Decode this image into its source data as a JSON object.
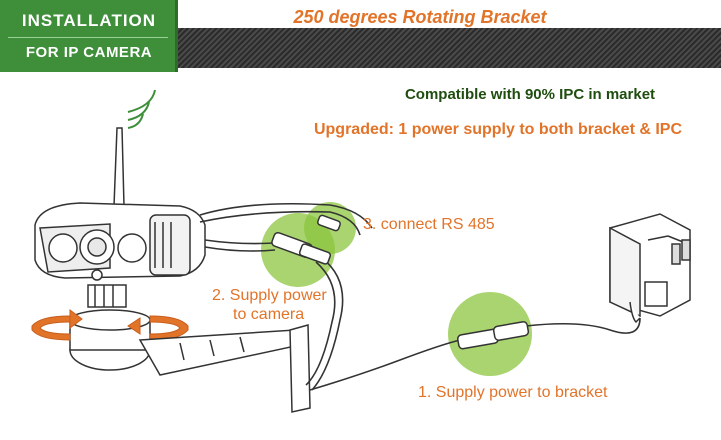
{
  "badge": {
    "line1": "INSTALLATION",
    "line2": "FOR IP CAMERA"
  },
  "heading": "250 degrees Rotating Bracket",
  "compatibility": "Compatible with 90% IPC in market",
  "upgraded": "Upgraded: 1 power supply to both bracket & IPC",
  "steps": {
    "step3": "3. connect RS 485",
    "step2_line1": "2. Supply power",
    "step2_line2": "to camera",
    "step1": "1. Supply power to bracket"
  },
  "colors": {
    "accent_orange": "#e2742a",
    "badge_green": "#3e8e3a",
    "highlight_green": "#8cc63f",
    "text_dark_green": "#1f4d10"
  }
}
